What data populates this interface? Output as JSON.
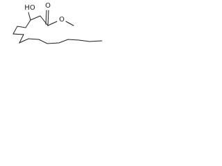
{
  "molecule": {
    "labels": {
      "hydroxyl": "HO",
      "carbonyl_oxygen": "O",
      "ester_oxygen": "O"
    }
  }
}
